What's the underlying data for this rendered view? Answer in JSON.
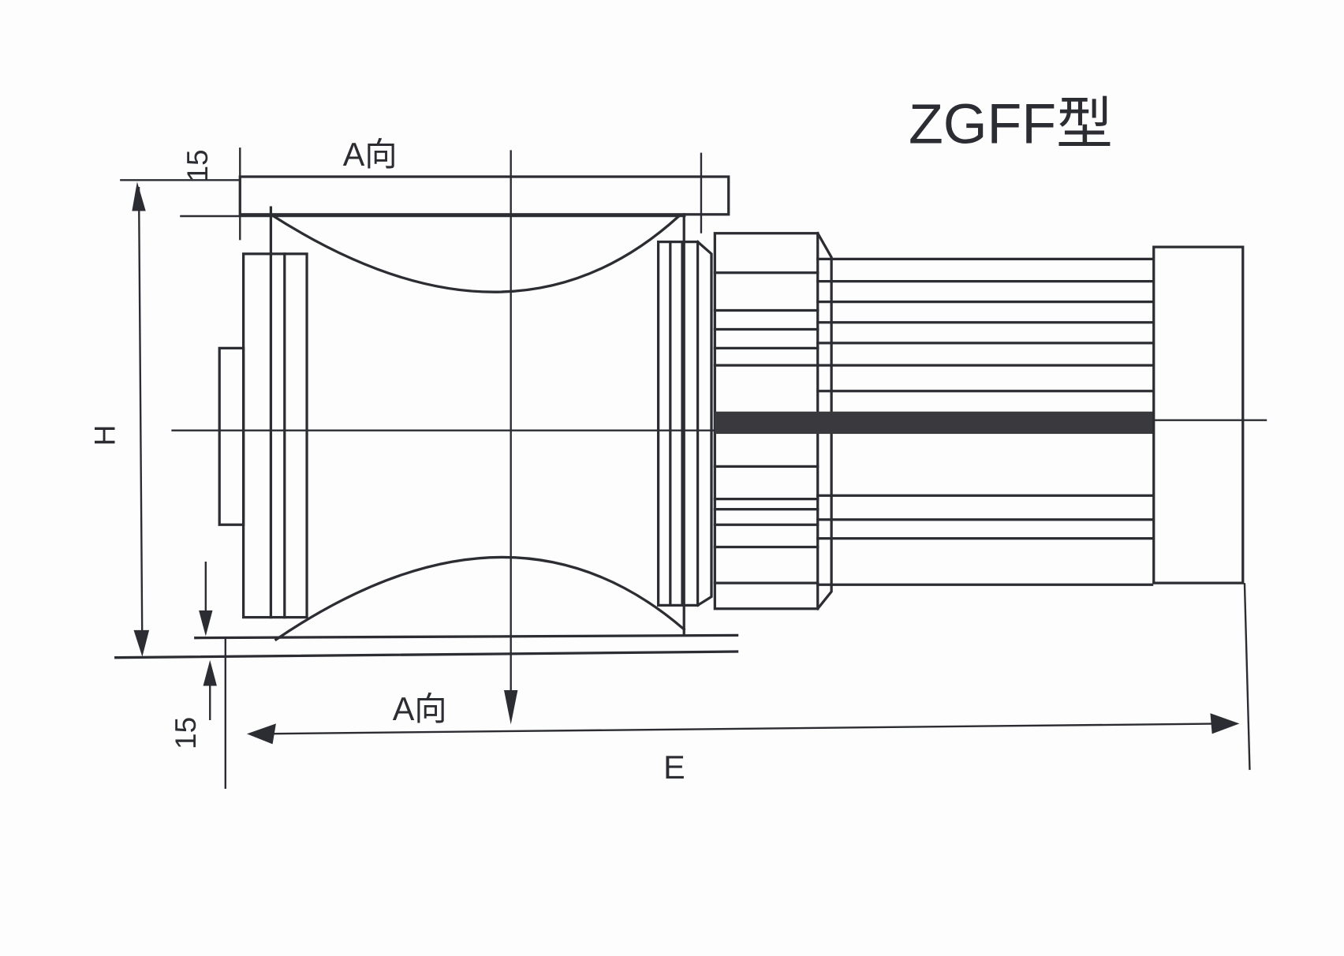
{
  "title": "ZGFF型",
  "labels": {
    "top_15": "15",
    "bottom_15": "15",
    "view_a_top": "A向",
    "view_a_bottom": "A向",
    "height": "H",
    "length": "E"
  },
  "colors": {
    "line": "#2b2d33",
    "background": "#fdfdfd",
    "shaft": "#3a3a3e"
  }
}
